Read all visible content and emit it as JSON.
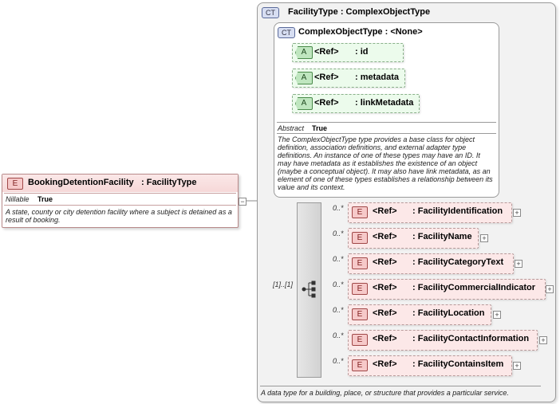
{
  "element": {
    "badge": "E",
    "name": "BookingDetentionFacility",
    "type": ": FacilityType",
    "nillable_label": "Nillable",
    "nillable_value": "True",
    "description": "A state, county or city detention facility where a subject is detained as a result of booking."
  },
  "facility_type": {
    "badge": "CT",
    "title": "FacilityType : ComplexObjectType",
    "description": "A data type for a building, place, or structure that provides a particular service."
  },
  "complex_object_type": {
    "badge": "CT",
    "title": "ComplexObjectType : <None>",
    "abstract_label": "Abstract",
    "abstract_value": "True",
    "description": "The ComplexObjectType type provides a base class for object definition, association definitions, and external adapter type definitions. An instance of one of these types may have an ID. It may have metadata as it establishes the existence of an object (maybe a conceptual object). It may also have link metadata, as an element of one of these types establishes a relationship between its value and its context.",
    "attributes": [
      {
        "badge": "A",
        "ref": "<Ref>",
        "name": ": id"
      },
      {
        "badge": "A",
        "ref": "<Ref>",
        "name": ": metadata"
      },
      {
        "badge": "A",
        "ref": "<Ref>",
        "name": ": linkMetadata"
      }
    ]
  },
  "sequence": {
    "occurrence": "[1]..[1]",
    "elements": [
      {
        "badge": "E",
        "occurrence": "0..*",
        "ref": "<Ref>",
        "name": ": FacilityIdentification"
      },
      {
        "badge": "E",
        "occurrence": "0..*",
        "ref": "<Ref>",
        "name": ": FacilityName"
      },
      {
        "badge": "E",
        "occurrence": "0..*",
        "ref": "<Ref>",
        "name": ": FacilityCategoryText"
      },
      {
        "badge": "E",
        "occurrence": "0..*",
        "ref": "<Ref>",
        "name": ": FacilityCommercialIndicator"
      },
      {
        "badge": "E",
        "occurrence": "0..*",
        "ref": "<Ref>",
        "name": ": FacilityLocation"
      },
      {
        "badge": "E",
        "occurrence": "0..*",
        "ref": "<Ref>",
        "name": ": FacilityContactInformation"
      },
      {
        "badge": "E",
        "occurrence": "0..*",
        "ref": "<Ref>",
        "name": ": FacilityContainsItem"
      }
    ]
  },
  "colors": {
    "element_header": "#f6d8d8",
    "attribute_bg": "#ecfbec",
    "complex_type_bg": "#f2f2f2"
  }
}
